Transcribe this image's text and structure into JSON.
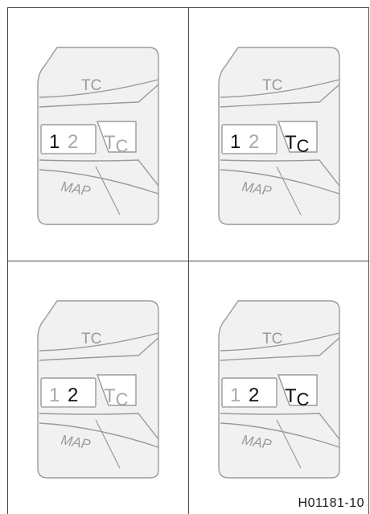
{
  "colors": {
    "border": "#4a4a4a",
    "panel_fill": "#f1f1f1",
    "panel_stroke": "#9a9a9a",
    "active_text": "#111111",
    "inactive_text": "#a8a8a8",
    "label_text": "#9a9a9a"
  },
  "panels": [
    {
      "tc_label": "TC",
      "map_label": "MAP",
      "digit1": "1",
      "digit2": "2",
      "tc_button": "TC",
      "digit1_active": true,
      "digit2_active": false,
      "tc_active": false
    },
    {
      "tc_label": "TC",
      "map_label": "MAP",
      "digit1": "1",
      "digit2": "2",
      "tc_button": "TC",
      "digit1_active": true,
      "digit2_active": false,
      "tc_active": true
    },
    {
      "tc_label": "TC",
      "map_label": "MAP",
      "digit1": "1",
      "digit2": "2",
      "tc_button": "TC",
      "digit1_active": false,
      "digit2_active": true,
      "tc_active": false
    },
    {
      "tc_label": "TC",
      "map_label": "MAP",
      "digit1": "1",
      "digit2": "2",
      "tc_button": "TC",
      "digit1_active": false,
      "digit2_active": true,
      "tc_active": true
    }
  ],
  "figure_code": "H01181-10"
}
